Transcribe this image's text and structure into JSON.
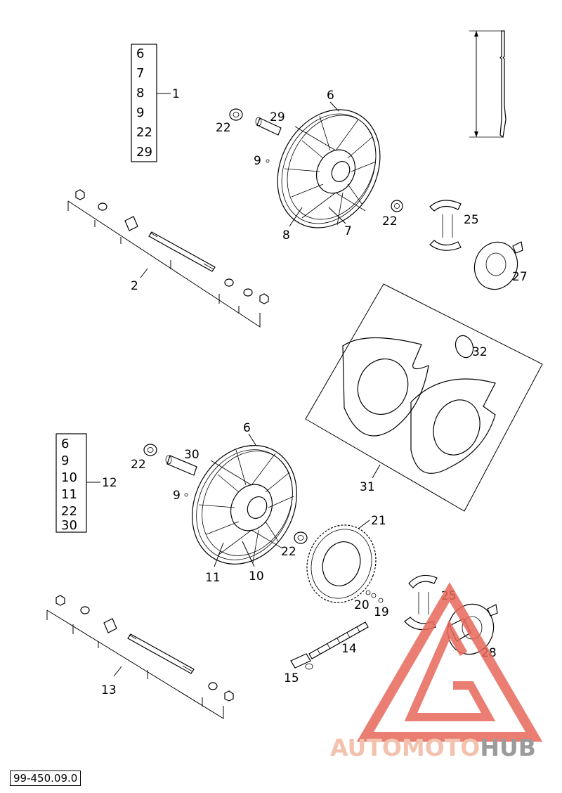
{
  "kit_box_1": {
    "items": [
      "6",
      "7",
      "8",
      "9",
      "22",
      "29"
    ],
    "label": "1"
  },
  "kit_box_12": {
    "items": [
      "6",
      "9",
      "10",
      "11",
      "22",
      "30"
    ],
    "label": "12"
  },
  "callouts": {
    "c2": "2",
    "c6a": "6",
    "c6b": "6",
    "c7": "7",
    "c8": "8",
    "c9a": "9",
    "c9b": "9",
    "c10": "10",
    "c11": "11",
    "c13": "13",
    "c14": "14",
    "c15": "15",
    "c19": "19",
    "c20": "20",
    "c21": "21",
    "c22a": "22",
    "c22b": "22",
    "c22c": "22",
    "c22d": "22",
    "c25a": "25",
    "c25b": "25",
    "c27": "27",
    "c28": "28",
    "c29": "29",
    "c30": "30",
    "c31": "31",
    "c32": "32"
  },
  "watermark": {
    "part1": "AUTOMOTO",
    "part2": "HUB",
    "color_primary": "#e8685a",
    "color_text": "#f2b8a0",
    "color_hub": "#8a8a8a"
  },
  "document_code": "99-450.09.0"
}
